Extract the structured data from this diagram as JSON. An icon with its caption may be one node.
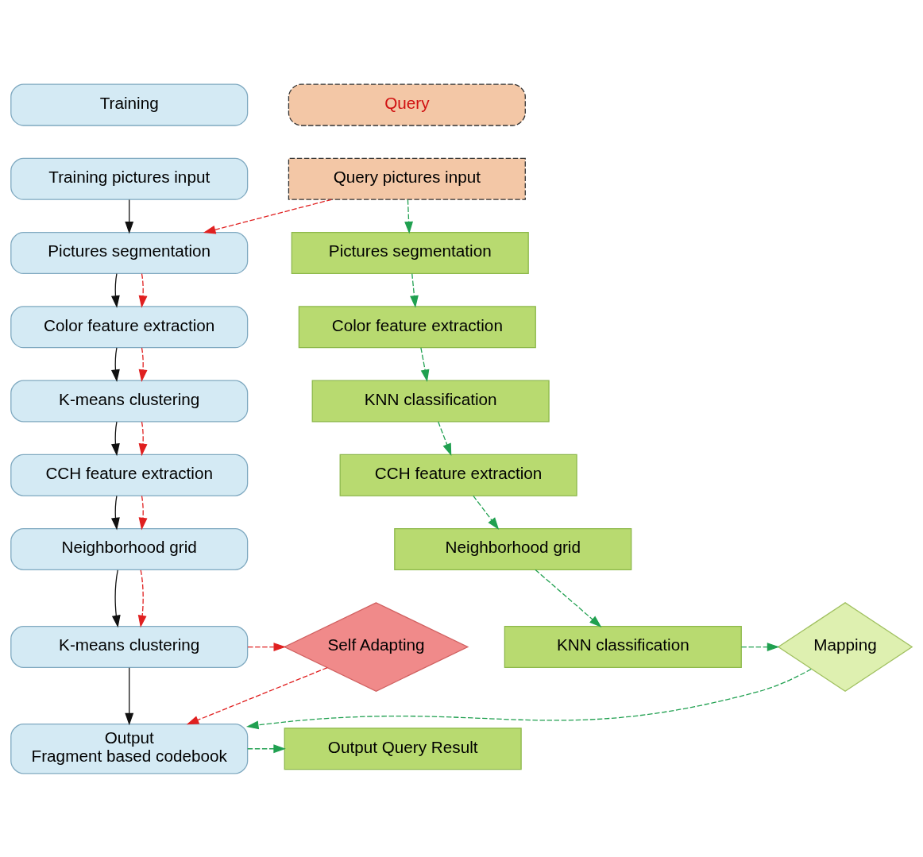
{
  "diagram": {
    "nodes": [
      {
        "text": [
          "Training"
        ]
      },
      {
        "text": [
          "Training pictures input"
        ]
      },
      {
        "text": [
          "Pictures segmentation"
        ]
      },
      {
        "text": [
          "Color feature extraction"
        ]
      },
      {
        "text": [
          "K-means clustering"
        ]
      },
      {
        "text": [
          "CCH feature extraction"
        ]
      },
      {
        "text": [
          "Neighborhood grid"
        ]
      },
      {
        "text": [
          "K-means clustering"
        ]
      },
      {
        "text": [
          "Output",
          "Fragment based codebook"
        ]
      },
      {
        "text": [
          "Query"
        ]
      },
      {
        "text": [
          "Query pictures input"
        ]
      },
      {
        "text": [
          "Pictures segmentation"
        ]
      },
      {
        "text": [
          "Color feature extraction"
        ]
      },
      {
        "text": [
          "KNN classification"
        ]
      },
      {
        "text": [
          "CCH feature extraction"
        ]
      },
      {
        "text": [
          "Neighborhood grid"
        ]
      },
      {
        "text": [
          "KNN classification"
        ]
      },
      {
        "text": [
          "Output Query Result"
        ]
      },
      {
        "text": [
          "Self Adapting"
        ]
      },
      {
        "text": [
          "Mapping"
        ]
      }
    ],
    "edges": [
      {
        "from": 1,
        "to": 2,
        "arrow": "to",
        "color": "#111111"
      },
      {
        "from": 2,
        "to": 3,
        "arrow": "to",
        "color": "#111111"
      },
      {
        "from": 3,
        "to": 4,
        "arrow": "to",
        "color": "#111111"
      },
      {
        "from": 4,
        "to": 5,
        "arrow": "to",
        "color": "#111111"
      },
      {
        "from": 5,
        "to": 6,
        "arrow": "to",
        "color": "#111111"
      },
      {
        "from": 6,
        "to": 7,
        "arrow": "to",
        "color": "#111111"
      },
      {
        "from": 7,
        "to": 8,
        "arrow": "to",
        "color": "#111111"
      },
      {
        "from": 10,
        "to": 2,
        "arrow": "to",
        "style": "dashed",
        "color": "#e02020"
      },
      {
        "from": 2,
        "to": 3,
        "arrow": "to",
        "style": "dashed",
        "color": "#e02020"
      },
      {
        "from": 3,
        "to": 4,
        "arrow": "to",
        "style": "dashed",
        "color": "#e02020"
      },
      {
        "from": 4,
        "to": 5,
        "arrow": "to",
        "style": "dashed",
        "color": "#e02020"
      },
      {
        "from": 5,
        "to": 6,
        "arrow": "to",
        "style": "dashed",
        "color": "#e02020"
      },
      {
        "from": 6,
        "to": 7,
        "arrow": "to",
        "style": "dashed",
        "color": "#e02020"
      },
      {
        "from": 7,
        "to": 18,
        "arrow": "to",
        "style": "dashed",
        "color": "#e02020"
      },
      {
        "from": 18,
        "to": 8,
        "arrow": "to",
        "style": "dashed",
        "color": "#e02020"
      },
      {
        "from": 10,
        "to": 11,
        "arrow": "to",
        "style": "dashed",
        "color": "#20a050"
      },
      {
        "from": 11,
        "to": 12,
        "arrow": "to",
        "style": "dashed",
        "color": "#20a050"
      },
      {
        "from": 12,
        "to": 13,
        "arrow": "to",
        "style": "dashed",
        "color": "#20a050"
      },
      {
        "from": 13,
        "to": 14,
        "arrow": "to",
        "style": "dashed",
        "color": "#20a050"
      },
      {
        "from": 14,
        "to": 15,
        "arrow": "to",
        "style": "dashed",
        "color": "#20a050"
      },
      {
        "from": 15,
        "to": 16,
        "arrow": "to",
        "style": "dashed",
        "color": "#20a050"
      },
      {
        "from": 16,
        "to": 19,
        "arrow": "to",
        "style": "dashed",
        "color": "#20a050"
      },
      {
        "from": 19,
        "to": 8,
        "arrow": "to",
        "style": "dashed",
        "color": "#20a050"
      },
      {
        "from": 8,
        "to": 17,
        "arrow": "to",
        "style": "dashed",
        "color": "#20a050"
      }
    ]
  }
}
